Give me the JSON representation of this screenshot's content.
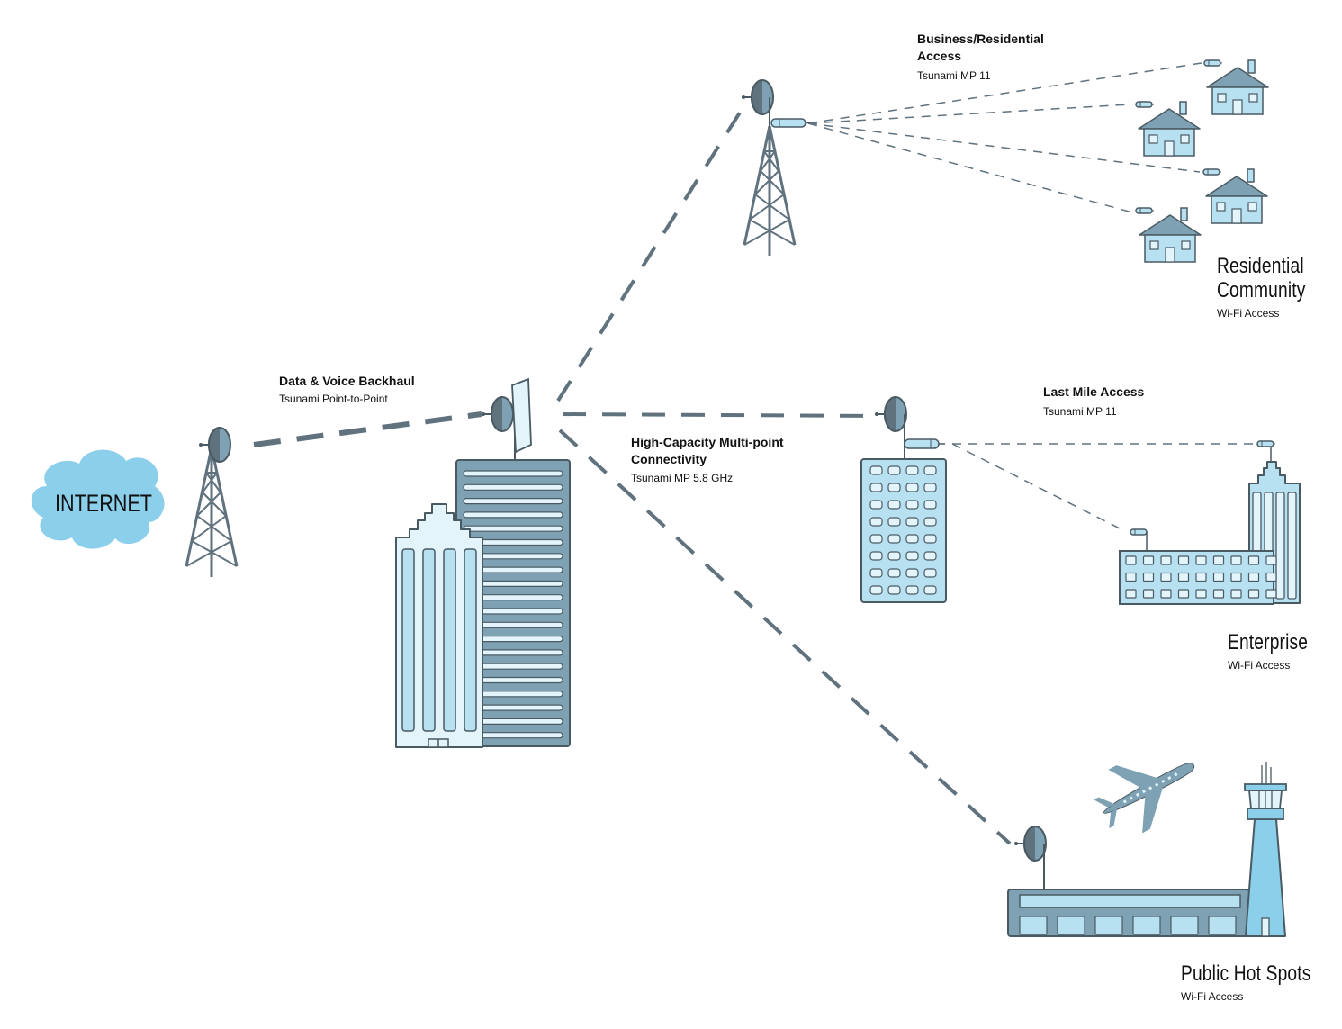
{
  "internet": {
    "label": "INTERNET"
  },
  "backhaul": {
    "title": "Data & Voice Backhaul",
    "subtitle": "Tsunami Point-to-Point"
  },
  "multipoint": {
    "title_line1": "High-Capacity Multi-point",
    "title_line2": "Connectivity",
    "subtitle": "Tsunami MP 5.8 GHz"
  },
  "business_access": {
    "title_line1": "Business/Residential",
    "title_line2": "Access",
    "subtitle": "Tsunami MP 11"
  },
  "last_mile": {
    "title": "Last Mile Access",
    "subtitle": "Tsunami MP 11"
  },
  "residential": {
    "title_line1": "Residential",
    "title_line2": "Community",
    "subtitle": "Wi-Fi Access"
  },
  "enterprise": {
    "title": "Enterprise",
    "subtitle": "Wi-Fi Access"
  },
  "hotspots": {
    "title": "Public Hot Spots",
    "subtitle": "Wi-Fi Access"
  },
  "colors": {
    "dark": "#5f727e",
    "steel": "#7ea2b3",
    "light": "#b7e0f1",
    "pale": "#e4f4fb",
    "sky": "#8ccfeb",
    "line": "#4a5a63"
  }
}
